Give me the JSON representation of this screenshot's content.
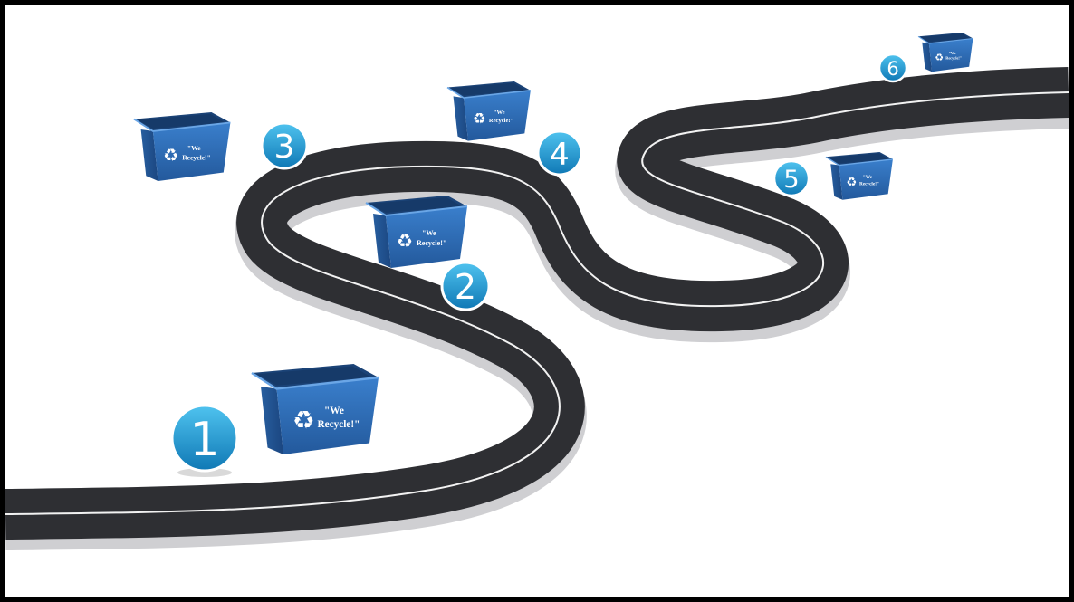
{
  "steps": [
    {
      "number": "1",
      "bin_label_line1": "\"We",
      "bin_label_line2": "Recycle!\""
    },
    {
      "number": "2",
      "bin_label_line1": "\"We",
      "bin_label_line2": "Recycle!\""
    },
    {
      "number": "3",
      "bin_label_line1": "\"We",
      "bin_label_line2": "Recycle!\""
    },
    {
      "number": "4",
      "bin_label_line1": "\"We",
      "bin_label_line2": "Recycle!\""
    },
    {
      "number": "5",
      "bin_label_line1": "\"We",
      "bin_label_line2": "Recycle!\""
    },
    {
      "number": "6",
      "bin_label_line1": "\"We",
      "bin_label_line2": "Recycle!\""
    }
  ],
  "colors": {
    "road": "#2e2f33",
    "road_edge": "#d8d8d8",
    "lane_line": "#f2f2f2",
    "marker": "#1f9ad6",
    "bin": "#2f6fb8",
    "bin_dark": "#1e4f8f"
  },
  "icons": {
    "recycle": "recycle-icon"
  }
}
